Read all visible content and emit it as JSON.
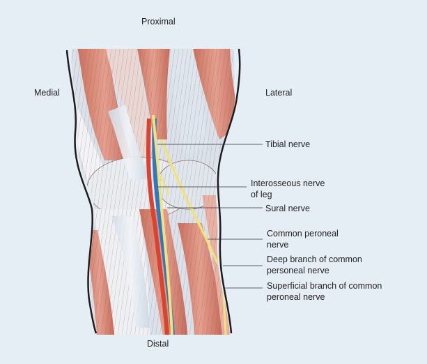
{
  "orientation": {
    "top": "Proximal",
    "bottom": "Distal",
    "left": "Medial",
    "right": "Lateral"
  },
  "labels": [
    {
      "id": "tibial",
      "lines": [
        "Tibial nerve"
      ]
    },
    {
      "id": "interosseous",
      "lines": [
        "Interosseous nerve",
        "of leg"
      ]
    },
    {
      "id": "sural",
      "lines": [
        "Sural nerve"
      ]
    },
    {
      "id": "common-peroneal",
      "lines": [
        "Common peroneal",
        "nerve"
      ]
    },
    {
      "id": "deep-branch",
      "lines": [
        "Deep branch of common",
        "personeal nerve"
      ]
    },
    {
      "id": "superficial-branch",
      "lines": [
        "Superficial branch of common",
        "peroneal nerve"
      ]
    }
  ],
  "colors": {
    "background": "#e5edf5",
    "muscle": "#cf7f6d",
    "muscle_dark": "#b2584a",
    "tendon": "#dde6ee",
    "nerve": "#f2e27a",
    "artery": "#d9432f",
    "vein": "#2f78c4",
    "outline": "#1d1d1d"
  }
}
